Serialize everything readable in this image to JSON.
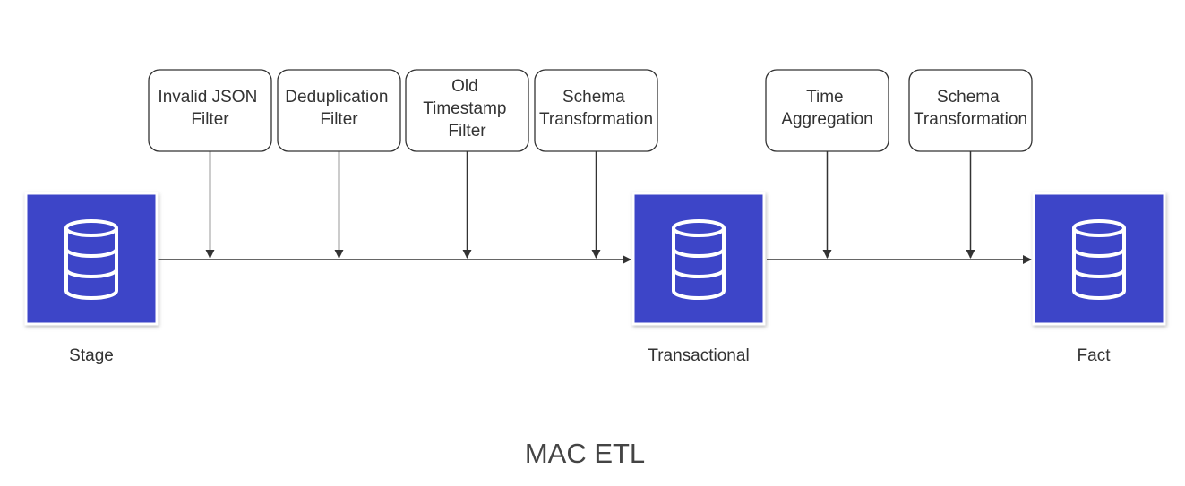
{
  "title": "MAC ETL",
  "colors": {
    "database_fill": "#3e45c8",
    "database_icon": "#ffffff",
    "line": "#333333",
    "box_border": "#333333",
    "text": "#333333"
  },
  "databases": [
    {
      "id": "stage",
      "label": "Stage",
      "icon": "database-icon"
    },
    {
      "id": "transactional",
      "label": "Transactional",
      "icon": "database-icon"
    },
    {
      "id": "fact",
      "label": "Fact",
      "icon": "database-icon"
    }
  ],
  "filters": [
    {
      "id": "invalid-json-filter",
      "lines": [
        "Invalid JSON",
        "Filter"
      ]
    },
    {
      "id": "deduplication-filter",
      "lines": [
        "Deduplication",
        "Filter"
      ]
    },
    {
      "id": "old-timestamp-filter",
      "lines": [
        "Old",
        "Timestamp",
        "Filter"
      ]
    },
    {
      "id": "schema-transformation-1",
      "lines": [
        "Schema",
        "Transformation"
      ]
    },
    {
      "id": "time-aggregation",
      "lines": [
        "Time",
        "Aggregation"
      ]
    },
    {
      "id": "schema-transformation-2",
      "lines": [
        "Schema",
        "Transformation"
      ]
    }
  ]
}
